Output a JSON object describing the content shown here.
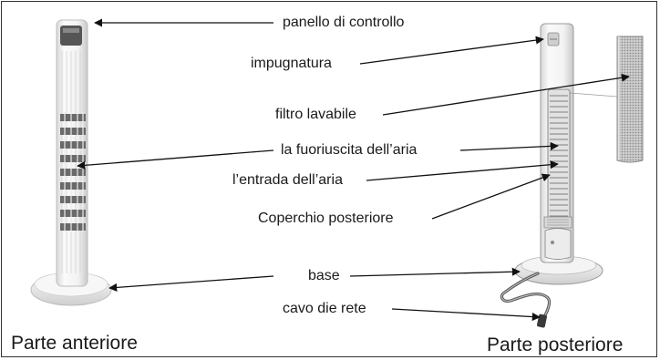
{
  "labels": {
    "control_panel": "panello di controllo",
    "handle": "impugnatura",
    "washable_filter": "filtro lavabile",
    "air_outlet": "la fuoriuscita dell’aria",
    "air_inlet": "l’entrada dell’aria",
    "rear_cover": "Coperchio posteriore",
    "base": "base",
    "power_cord": "cavo die rete"
  },
  "captions": {
    "front": "Parte anteriore",
    "rear": "Parte posteriore"
  }
}
